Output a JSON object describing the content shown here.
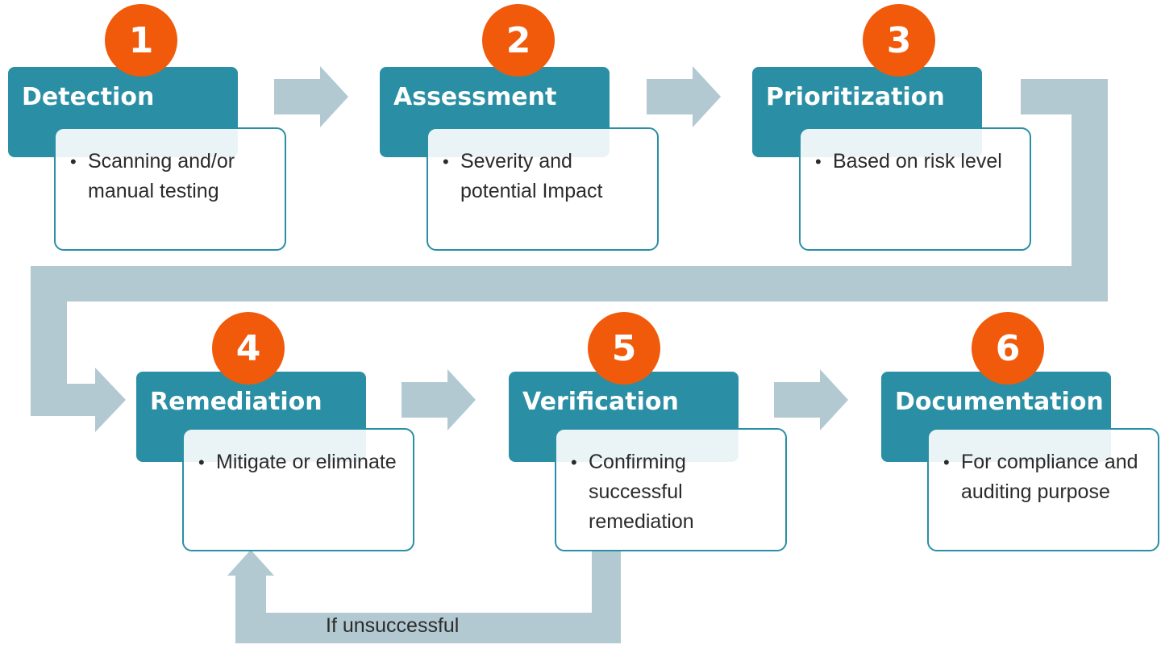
{
  "steps": [
    {
      "number": "1",
      "title": "Detection",
      "points": [
        "Scanning and/or manual testing"
      ]
    },
    {
      "number": "2",
      "title": "Assessment",
      "points": [
        "Severity and potential Impact"
      ]
    },
    {
      "number": "3",
      "title": "Prioritization",
      "points": [
        "Based on risk level"
      ]
    },
    {
      "number": "4",
      "title": "Remediation",
      "points": [
        "Mitigate or eliminate"
      ]
    },
    {
      "number": "5",
      "title": "Verification",
      "points": [
        "Confirming successful remediation"
      ]
    },
    {
      "number": "6",
      "title": "Documentation",
      "points": [
        "For compliance and auditing purpose"
      ]
    }
  ],
  "loop_label": "If unsuccessful",
  "colors": {
    "title_fill": "#2a8fa4",
    "badge_fill": "#f05a0a",
    "arrow_fill": "#b2c9d1",
    "text": "#2b2b2b"
  }
}
